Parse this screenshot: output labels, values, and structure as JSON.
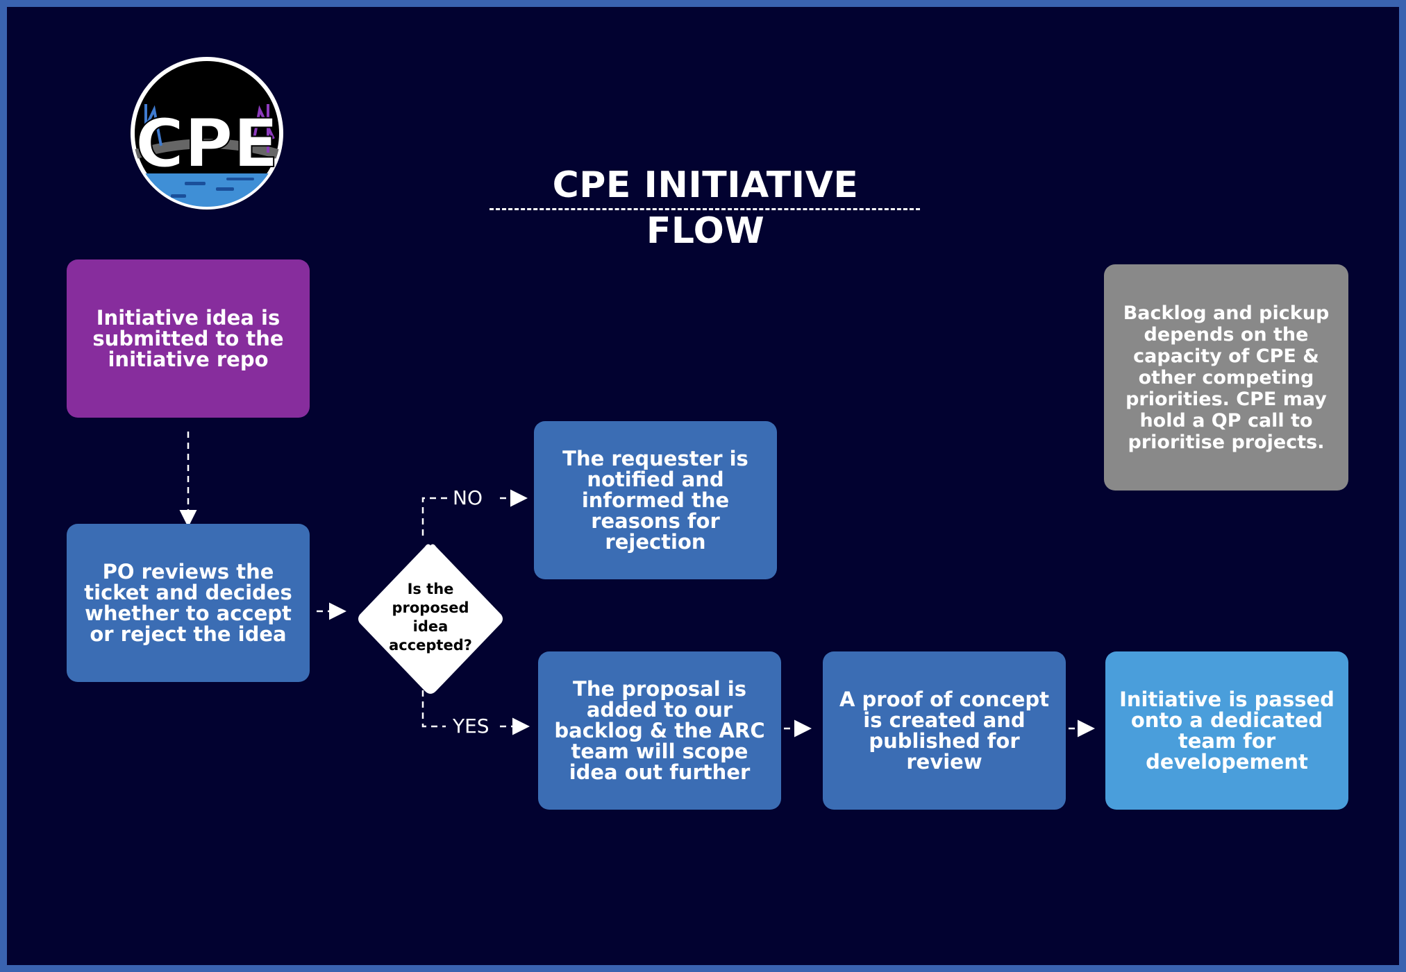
{
  "title": "CPE INITIATIVE FLOW",
  "logo": {
    "text": "CPE"
  },
  "nodes": {
    "submit": "Initiative idea is submitted to the initiative repo",
    "review": "PO reviews the ticket and decides whether to accept or reject the idea",
    "decision": "Is the proposed idea accepted?",
    "reject": "The requester is notified and informed the reasons for rejection",
    "backlog": "The proposal is added to our backlog & the ARC team will scope idea out further",
    "poc": "A proof of concept is created and published for review",
    "dedicated": "Initiative is passed onto a dedicated team for developement",
    "note": "Backlog and pickup depends on the capacity of CPE & other competing priorities. CPE may hold a QP call to prioritise projects."
  },
  "edge_labels": {
    "no": "NO",
    "yes": "YES"
  },
  "colors": {
    "background": "#020230",
    "frame": "#3a63b0",
    "purple": "#872d9d",
    "blue": "#3b6db4",
    "light_blue": "#4a9edb",
    "grey": "#898989"
  }
}
